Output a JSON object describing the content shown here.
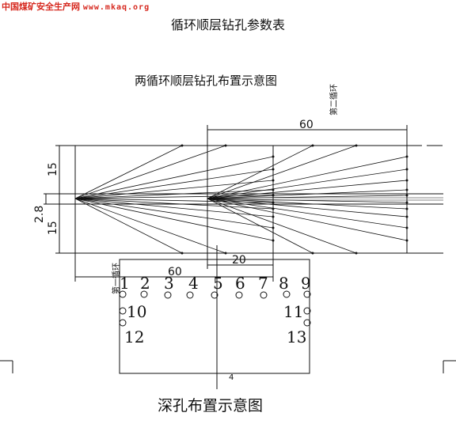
{
  "watermark": {
    "site": "中国煤矿安全生产网",
    "url": "www.mkaq.org"
  },
  "document_title": "循环顺层钻孔参数表",
  "figure1": {
    "title": "两循环顺层钻孔布置示意图",
    "dim_top": "60",
    "dim_bottom": "60",
    "dim_inner": "20",
    "dim_upper": "15",
    "dim_lower": "15",
    "dim_gap": "2.8",
    "label_second_cycle": "第二循环",
    "label_first_cycle": "第一循环"
  },
  "figure2": {
    "title": "深孔布置示意图",
    "hole_numbers": [
      "1",
      "2",
      "3",
      "4",
      "5",
      "6",
      "7",
      "8",
      "9",
      "10",
      "11",
      "12",
      "13"
    ],
    "center_mark": "4"
  }
}
